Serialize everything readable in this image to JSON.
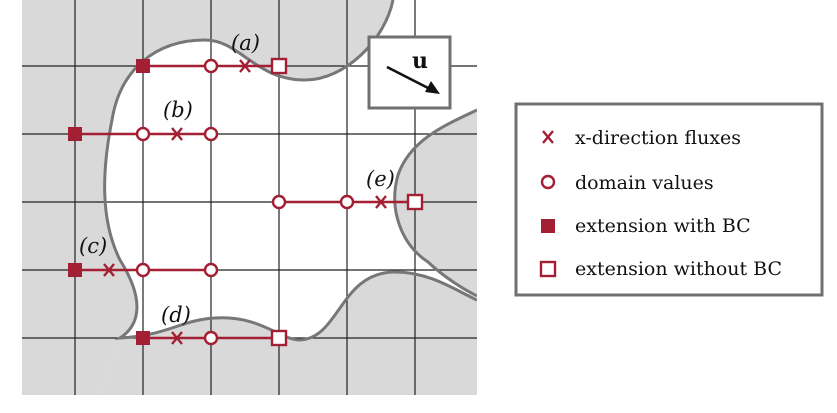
{
  "colors": {
    "accent": "#a31f34",
    "shade": "#d9d9d9",
    "grid": "#222222",
    "boundary": "#777777",
    "frame": "#707070"
  },
  "diagram": {
    "labels": {
      "a": "(a)",
      "b": "(b)",
      "c": "(c)",
      "d": "(d)",
      "e": "(e)"
    },
    "velocity_symbol": "u"
  },
  "legend": {
    "items": [
      {
        "symbol": "cross-icon",
        "label": "x-direction fluxes"
      },
      {
        "symbol": "open-circle-icon",
        "label": "domain values"
      },
      {
        "symbol": "filled-square-icon",
        "label": "extension with BC"
      },
      {
        "symbol": "open-square-icon",
        "label": "extension without BC"
      }
    ]
  }
}
